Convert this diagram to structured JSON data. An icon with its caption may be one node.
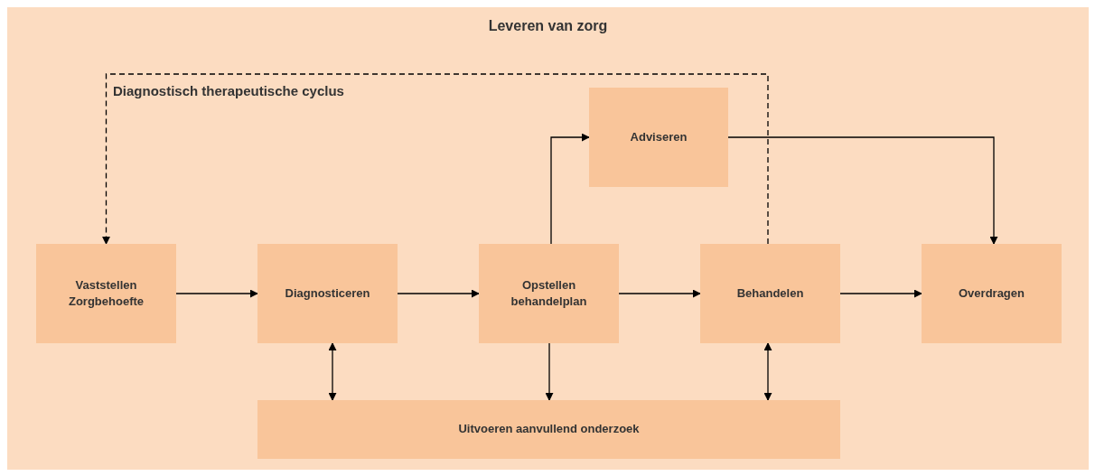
{
  "diagram": {
    "nodes": [
      {
        "text": [
          "Leveren van zorg"
        ]
      },
      {
        "text": [
          "Vaststellen Zorgbehoefte"
        ],
        "in": 0
      },
      {
        "text": [
          "Diagnosticeren"
        ],
        "in": 0
      },
      {
        "text": [
          "Opstellen behandelplan"
        ],
        "in": 0
      },
      {
        "text": [
          "Adviseren"
        ],
        "in": 0
      },
      {
        "text": [
          "Behandelen"
        ],
        "in": 0
      },
      {
        "text": [
          "Overdragen"
        ],
        "in": 0
      },
      {
        "text": [
          "Uitvoeren aanvullend onderzoek"
        ],
        "in": 0
      }
    ],
    "edges": [
      {
        "from": 1,
        "to": 2,
        "arrow": "to"
      },
      {
        "from": 2,
        "to": 3,
        "arrow": "to"
      },
      {
        "from": 3,
        "to": 5,
        "arrow": "to"
      },
      {
        "from": 5,
        "to": 6,
        "arrow": "to"
      },
      {
        "from": 3,
        "to": 4,
        "arrow": "to"
      },
      {
        "from": 4,
        "to": 6,
        "arrow": "to"
      },
      {
        "from": 5,
        "to": 1,
        "arrow": "to",
        "style": "dashed",
        "label": "Diagnostisch therapeutische cyclus"
      },
      {
        "from": 2,
        "to": 7,
        "arrow": "both"
      },
      {
        "from": 3,
        "to": 7,
        "arrow": "to"
      },
      {
        "from": 5,
        "to": 7,
        "arrow": "both"
      }
    ]
  }
}
